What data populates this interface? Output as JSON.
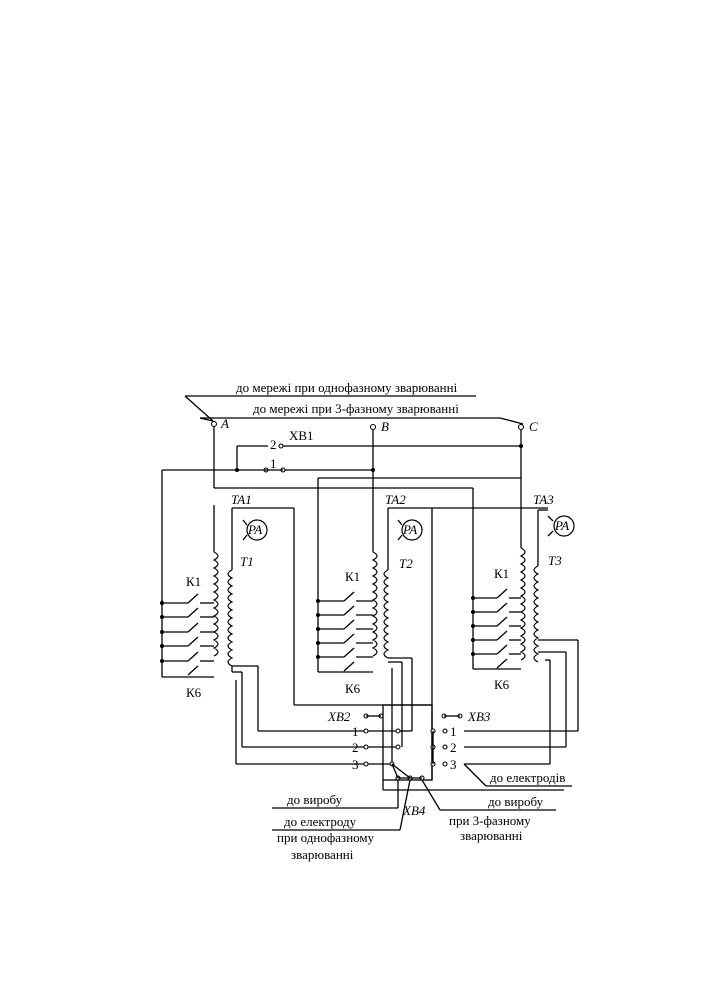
{
  "labels": {
    "net_single": "до мережі при однофазному зварюванні",
    "net_three": "до мережі при 3-фазному зварюванні",
    "phase_a": "A",
    "phase_b": "B",
    "phase_c": "C",
    "xb1": "XB1",
    "xb1_pos2": "2",
    "xb1_pos1": "1",
    "ta1": "TA1",
    "ta2": "TA2",
    "ta3": "TA3",
    "pa": "PA",
    "t1": "T1",
    "t2": "T2",
    "t3": "T3",
    "k1": "К1",
    "k6": "К6",
    "xb2": "XB2",
    "xb3": "XB3",
    "xb4": "XB4",
    "pos1": "1",
    "pos2": "2",
    "pos3": "3",
    "to_electrodes": "до електродів",
    "to_workpiece_left": "до виробу",
    "to_workpiece_right": "до виробу",
    "to_electrode": "до електроду",
    "single_phase_1": "при однофазному",
    "single_phase_2": "зварюванні",
    "three_phase_1": "при 3-фазному",
    "three_phase_2": "зварюванні"
  }
}
